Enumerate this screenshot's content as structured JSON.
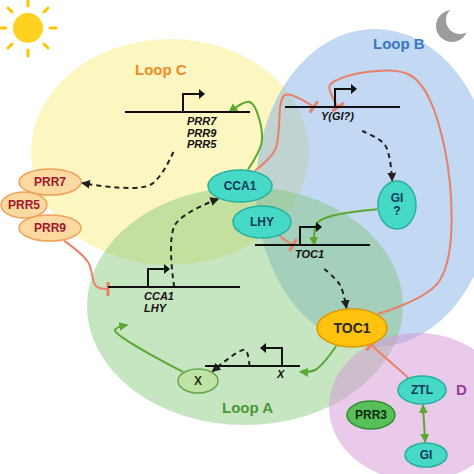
{
  "diagram": {
    "nodes": [
      {
        "text": [
          "Loop C"
        ]
      },
      {
        "text": [
          "Loop B"
        ]
      },
      {
        "text": [
          "Loop A"
        ]
      },
      {
        "text": [
          "D"
        ]
      },
      {
        "text": [
          "PRR7 PRR9 PRR5"
        ],
        "in": 0
      },
      {
        "text": [
          "PRR7"
        ]
      },
      {
        "text": [
          "PRR5"
        ]
      },
      {
        "text": [
          "PRR9"
        ]
      },
      {
        "text": [
          "CCA1"
        ]
      },
      {
        "text": [
          "LHY"
        ]
      },
      {
        "text": [
          "Y(GI?)"
        ],
        "in": 1
      },
      {
        "text": [
          "GI ?"
        ],
        "in": 1
      },
      {
        "text": [
          "CCA1 LHY"
        ],
        "in": 2
      },
      {
        "text": [
          "TOC1"
        ],
        "in": 2
      },
      {
        "text": [
          "X"
        ],
        "in": 2
      },
      {
        "text": [
          "X"
        ],
        "in": 2
      },
      {
        "text": [
          "TOC1"
        ]
      },
      {
        "text": [
          "PRR3"
        ],
        "in": 3
      },
      {
        "text": [
          "ZTL"
        ],
        "in": 3
      },
      {
        "text": [
          "GI"
        ],
        "in": 3
      }
    ],
    "edges": [
      {
        "from": 8,
        "to": 4,
        "arrow": "to"
      },
      {
        "from": 4,
        "to": 5,
        "arrow": "to"
      },
      {
        "from": 7,
        "to": 12,
        "arrow": "to"
      },
      {
        "from": 12,
        "to": 8,
        "arrow": "to"
      },
      {
        "from": 8,
        "to": 10,
        "arrow": "to"
      },
      {
        "from": 9,
        "to": 13,
        "arrow": "to"
      },
      {
        "from": 10,
        "to": 11,
        "arrow": "to"
      },
      {
        "from": 11,
        "to": 13,
        "arrow": "to"
      },
      {
        "from": 13,
        "to": 16,
        "arrow": "to"
      },
      {
        "from": 16,
        "to": 10,
        "arrow": "to"
      },
      {
        "from": 15,
        "to": 14,
        "arrow": "to"
      },
      {
        "from": 14,
        "to": 12,
        "arrow": "to"
      },
      {
        "from": 16,
        "to": 15,
        "arrow": "to"
      },
      {
        "from": 18,
        "to": 16,
        "arrow": "to"
      },
      {
        "from": 19,
        "to": 18,
        "arrow": "both"
      }
    ]
  }
}
